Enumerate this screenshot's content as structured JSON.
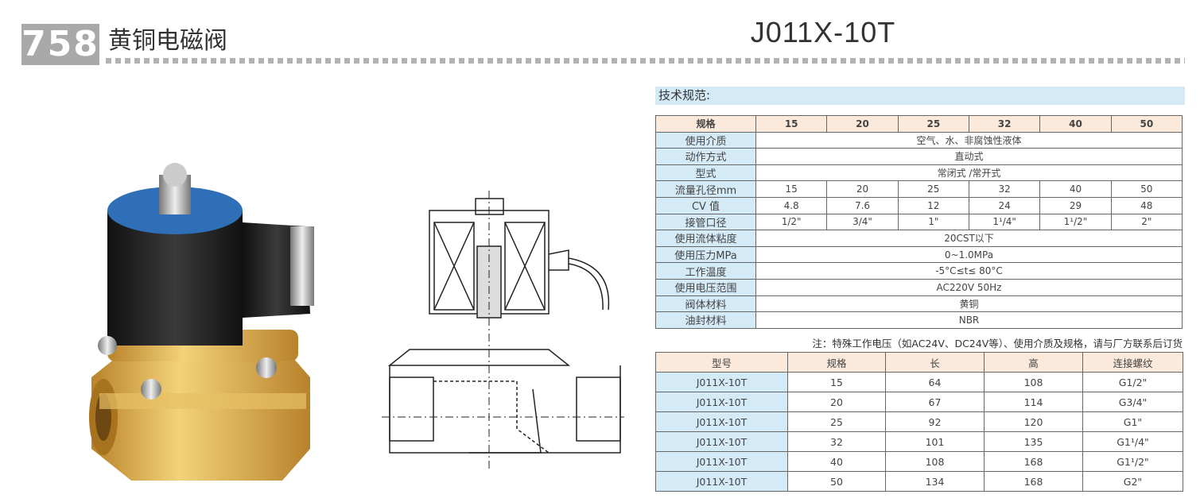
{
  "header": {
    "page_number": "758",
    "title": "黄铜电磁阀",
    "model": "J011X-10T"
  },
  "spec_section": {
    "heading": "技术规范:",
    "head_label": "规格",
    "sizes": [
      "15",
      "20",
      "25",
      "32",
      "40",
      "50"
    ],
    "rows": [
      {
        "label": "使用介质",
        "span": "空气、水、非腐蚀性液体"
      },
      {
        "label": "动作方式",
        "span": "直动式"
      },
      {
        "label": "型式",
        "span": "常闭式 /常开式"
      },
      {
        "label": "流量孔径mm",
        "values": [
          "15",
          "20",
          "25",
          "32",
          "40",
          "50"
        ]
      },
      {
        "label": "CV 值",
        "values": [
          "4.8",
          "7.6",
          "12",
          "24",
          "29",
          "48"
        ]
      },
      {
        "label": "接管口径",
        "values": [
          "1/2\"",
          "3/4\"",
          "1\"",
          "1¹/4\"",
          "1¹/2\"",
          "2\""
        ]
      },
      {
        "label": "使用流体粘度",
        "span": "20CST以下"
      },
      {
        "label": "使用压力MPa",
        "span": "0~1.0MPa"
      },
      {
        "label": "工作温度",
        "span": "-5°C≤t≤ 80°C"
      },
      {
        "label": "使用电压范围",
        "span": "AC220V  50Hz"
      },
      {
        "label": "阀体材料",
        "span": "黄铜"
      },
      {
        "label": "油封材料",
        "span": "NBR"
      }
    ],
    "note": "注：特殊工作电压（如AC24V、DC24V等）、使用介质及规格，请与厂方联系后订货"
  },
  "dimensions": {
    "headers": [
      "型号",
      "规格",
      "长",
      "高",
      "连接螺纹"
    ],
    "rows": [
      [
        "J011X-10T",
        "15",
        "64",
        "108",
        "G1/2\""
      ],
      [
        "J011X-10T",
        "20",
        "67",
        "114",
        "G3/4\""
      ],
      [
        "J011X-10T",
        "25",
        "92",
        "120",
        "G1\""
      ],
      [
        "J011X-10T",
        "32",
        "101",
        "135",
        "G1¹/4\""
      ],
      [
        "J011X-10T",
        "40",
        "108",
        "168",
        "G1¹/2\""
      ],
      [
        "J011X-10T",
        "50",
        "134",
        "168",
        "G2\""
      ]
    ]
  },
  "colors": {
    "label_blue": "#d4eaf7",
    "header_peach": "#fbeadb",
    "gray_box": "#a9a9a9",
    "brass": "#d9a93a"
  }
}
